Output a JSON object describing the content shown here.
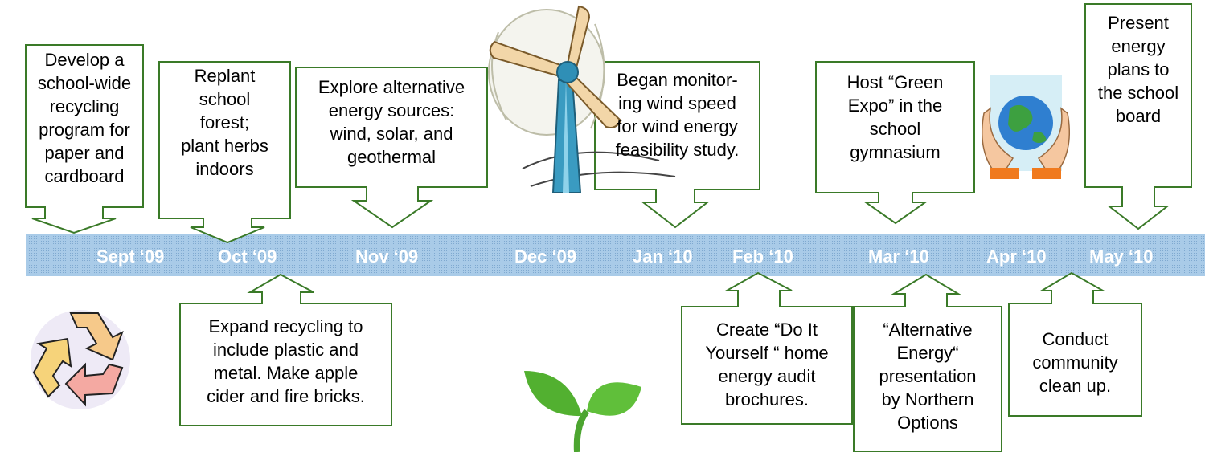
{
  "colors": {
    "timeline_band": "#a3c7e6",
    "month_text": "#ffffff",
    "callout_border": "#3a7a28",
    "callout_text": "#000000"
  },
  "months": [
    "Sept ‘09",
    "Oct ‘09",
    "Nov ‘09",
    "Dec ‘09",
    "Jan ‘10",
    "Feb ‘10",
    "Mar ‘10",
    "Apr ‘10",
    "May ‘10"
  ],
  "callouts_above": [
    "Develop a\nschool-wide\nrecycling\nprogram for\npaper and\ncardboard",
    "Replant\nschool\nforest;\nplant herbs\nindoors",
    "Explore alternative\nenergy sources:\nwind, solar, and\ngeothermal",
    "Began monitor-\ning wind speed\nfor wind energy\nfeasibility study.",
    "Host “Green\nExpo” in the\nschool\ngymnasium",
    "Present\nenergy\nplans to\nthe school\nboard"
  ],
  "callouts_below": [
    "Expand recycling to\ninclude plastic and\nmetal. Make apple\ncider and fire bricks.",
    "Create “Do It\nYourself “ home\nenergy audit\nbrochures.",
    "“Alternative\nEnergy“\npresentation\nby Northern\nOptions",
    "Conduct\ncommunity\nclean up."
  ],
  "clipart": [
    "wind-turbine-icon",
    "recycle-icon",
    "earth-in-hands-icon",
    "sprout-icon"
  ]
}
